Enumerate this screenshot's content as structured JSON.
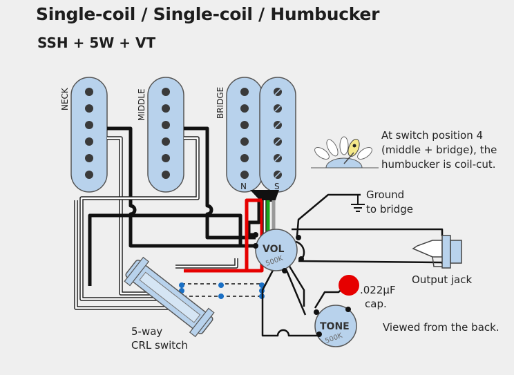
{
  "title": "Single-coil / Single-coil / Humbucker",
  "subtitle": "SSH + 5W + VT",
  "pickups": {
    "neck": "NECK",
    "middle": "MIDDLE",
    "bridge": "BRIDGE",
    "north": "N",
    "south": "S"
  },
  "note": {
    "line1": "At switch position 4",
    "line2": "(middle + bridge), the",
    "line3": "humbucker is coil-cut."
  },
  "ground": {
    "line1": "Ground",
    "line2": "to bridge"
  },
  "volume": {
    "label": "VOL",
    "value": "500K"
  },
  "tone": {
    "label": "TONE",
    "value": "500K"
  },
  "capacitor": {
    "line1": ".022µF",
    "line2": "cap."
  },
  "output_jack": "Output jack",
  "switch": {
    "line1": "5-way",
    "line2": "CRL switch"
  },
  "view_note": "Viewed from the back.",
  "colors": {
    "pickup": "#b8d2ec",
    "cap": "#e60000",
    "jumper": "#1a6fc4"
  }
}
